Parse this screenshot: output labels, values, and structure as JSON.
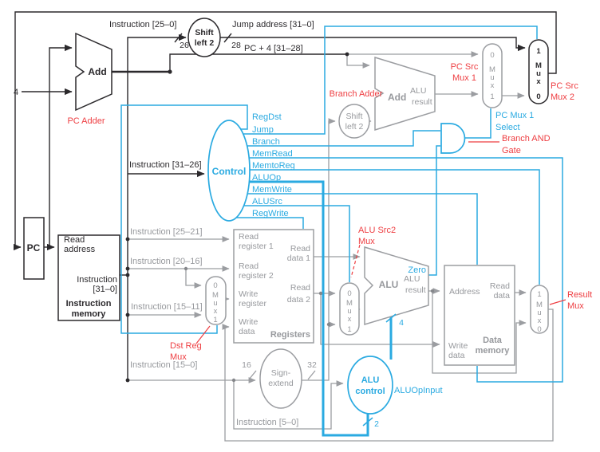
{
  "colors": {
    "black": "#2b292c",
    "gray": "#9b9da1",
    "cyan": "#2aaae1",
    "red": "#ee3e42"
  },
  "jump_path": {
    "instruction_25_0": "Instruction [25–0]",
    "width_in": "26",
    "width_out": "28",
    "shift_left_2": [
      "Shift",
      "left 2"
    ],
    "jump_address": "Jump address [31–0]",
    "pc_plus_4_31_28": "PC + 4 [31–28]"
  },
  "pc_adder": {
    "op": "Add",
    "increment": "4",
    "annotation": "PC Adder"
  },
  "pc": {
    "label": "PC"
  },
  "instruction_memory": {
    "read_address": [
      "Read",
      "address"
    ],
    "instruction_31_0": [
      "Instruction",
      "[31–0]"
    ],
    "name": [
      "Instruction",
      "memory"
    ]
  },
  "instruction_fields": {
    "opcode": "Instruction [31–26]",
    "rs": "Instruction [25–21]",
    "rt": "Instruction [20–16]",
    "rd": "Instruction [15–11]",
    "immediate": "Instruction [15–0]",
    "funct": "Instruction [5–0]"
  },
  "control": {
    "name": "Control",
    "signals": [
      "RegDst",
      "Jump",
      "Branch",
      "MemRead",
      "MemtoReg",
      "ALUOp",
      "MemWrite",
      "ALUSrc",
      "RegWrite"
    ]
  },
  "registers": {
    "read_register_1": [
      "Read",
      "register 1"
    ],
    "read_register_2": [
      "Read",
      "register 2"
    ],
    "write_register": [
      "Write",
      "register"
    ],
    "write_data": [
      "Write",
      "data"
    ],
    "read_data_1": [
      "Read",
      "data 1"
    ],
    "read_data_2": [
      "Read",
      "data 2"
    ],
    "name": "Registers"
  },
  "sign_extend": {
    "name": [
      "Sign-",
      "extend"
    ],
    "width_in": "16",
    "width_out": "32"
  },
  "branch_adder": {
    "op": "Add",
    "result": [
      "ALU",
      "result"
    ],
    "shift_left_2": [
      "Shift",
      "left 2"
    ],
    "annotation": "Branch Adder"
  },
  "alu": {
    "name": "ALU",
    "result": [
      "ALU",
      "result"
    ],
    "zero": "Zero",
    "control_width": "4"
  },
  "alu_control": {
    "name": [
      "ALU",
      "control"
    ],
    "op_input": "ALUOpInput",
    "op_width": "2"
  },
  "data_memory": {
    "address": "Address",
    "read_data": [
      "Read",
      "data"
    ],
    "write_data": [
      "Write",
      "data"
    ],
    "name": [
      "Data",
      "memory"
    ]
  },
  "muxes": {
    "dst_reg": {
      "inputs": [
        "0",
        "1"
      ],
      "label": [
        "M",
        "u",
        "x"
      ],
      "annotation": [
        "Dst Reg",
        "Mux"
      ]
    },
    "alu_src2": {
      "inputs": [
        "0",
        "1"
      ],
      "label": [
        "M",
        "u",
        "x"
      ],
      "annotation": [
        "ALU Src2",
        "Mux"
      ]
    },
    "pc_src_1": {
      "inputs": [
        "0",
        "1"
      ],
      "label": [
        "M",
        "u",
        "x"
      ],
      "annotation": [
        "PC Src",
        "Mux 1"
      ],
      "select": [
        "PC Mux 1",
        "Select"
      ]
    },
    "pc_src_2": {
      "inputs": [
        "1",
        "0"
      ],
      "label": [
        "M",
        "u",
        "x"
      ],
      "annotation": [
        "PC Src",
        "Mux 2"
      ]
    },
    "result": {
      "inputs": [
        "1",
        "0"
      ],
      "label": [
        "M",
        "u",
        "x"
      ],
      "annotation": [
        "Result",
        "Mux"
      ]
    }
  },
  "and_gate": {
    "annotation": [
      "Branch AND",
      "Gate"
    ]
  }
}
